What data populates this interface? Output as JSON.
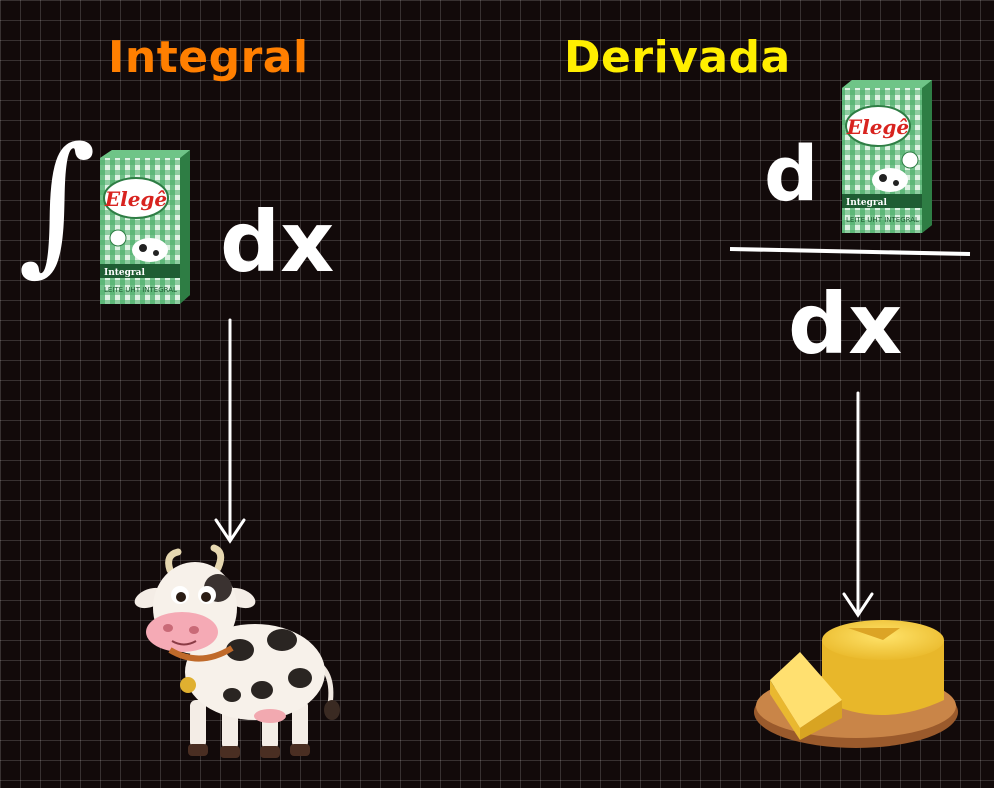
{
  "integral": {
    "title": "Integral",
    "title_color": "#ff7f00",
    "sign": "∫",
    "differential": "dx"
  },
  "derivative": {
    "title": "Derivada",
    "title_color": "#ffee00",
    "numerator": "d",
    "denominator": "dx"
  },
  "milk_carton": {
    "brand": "Elegê",
    "variant": "Integral",
    "subtitle": "LEITE UHT INTEGRAL"
  },
  "results": {
    "integral_result_icon": "cow-icon",
    "derivative_result_icon": "cheese-icon"
  }
}
